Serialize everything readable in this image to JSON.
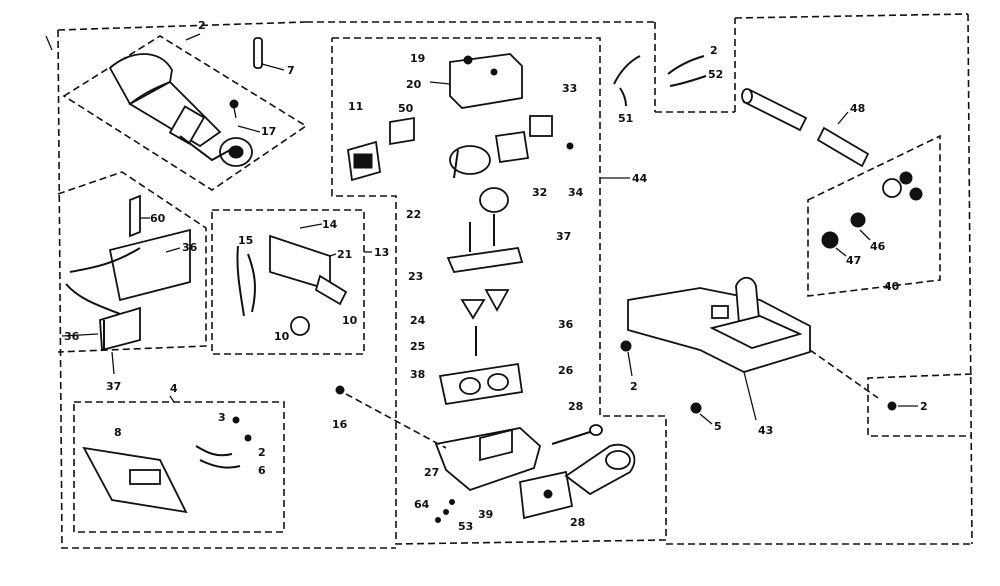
{
  "callouts": {
    "c_top_left": "2",
    "c_pin_7": "7",
    "c_screw_17": "17",
    "c_19": "19",
    "c_20": "20",
    "c_11": "11",
    "c_50": "50",
    "c_33": "33",
    "c_32": "32",
    "c_34": "34",
    "c_22": "22",
    "c_37_valve": "37",
    "c_44": "44",
    "c_23": "23",
    "c_24": "24",
    "c_36_valve": "36",
    "c_25": "25",
    "c_38_valve": "38",
    "c_26": "26",
    "c_16": "16",
    "c_28_top": "28",
    "c_27": "27",
    "c_64": "64",
    "c_53": "53",
    "c_39": "39",
    "c_28_bottom": "28",
    "c_2_wire": "2",
    "c_52": "52",
    "c_51": "51",
    "c_48": "48",
    "c_46": "46",
    "c_47": "47",
    "c_40": "40",
    "c_2_bracket": "2",
    "c_5": "5",
    "c_43": "43",
    "c_2_right": "2",
    "c_60": "60",
    "c_36_left": "36",
    "c_36_left_b": "36",
    "c_37_left": "37",
    "c_14": "14",
    "c_15": "15",
    "c_21": "21",
    "c_13": "13",
    "c_10": "10",
    "c_10_b": "10",
    "c_4": "4",
    "c_3": "3",
    "c_8": "8",
    "c_2_small": "2",
    "c_6": "6"
  }
}
